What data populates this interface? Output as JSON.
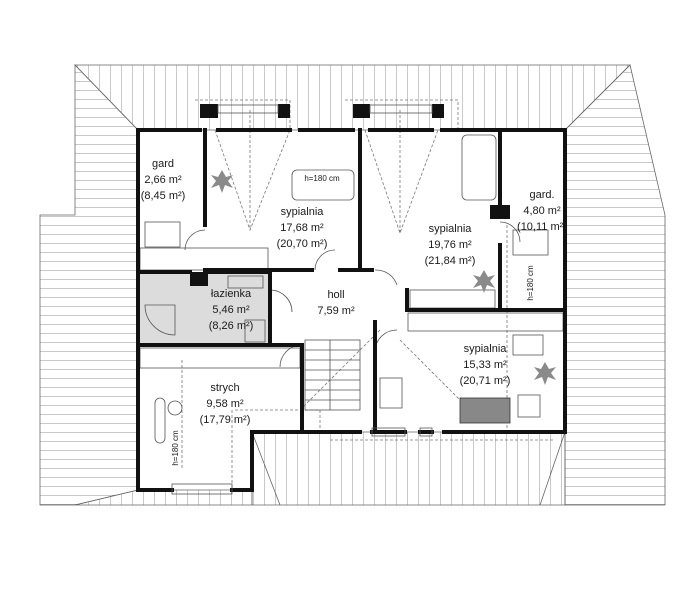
{
  "rooms": [
    {
      "name": "gard",
      "area": "2,66 m²",
      "gross": "(8,45 m²)"
    },
    {
      "name": "sypialnia",
      "area": "17,68 m²",
      "gross": "(20,70 m²)"
    },
    {
      "name": "sypialnia",
      "area": "19,76 m²",
      "gross": "(21,84 m²)"
    },
    {
      "name": "gard.",
      "area": "4,80 m²",
      "gross": "(10,11 m²)"
    },
    {
      "name": "łazienka",
      "area": "5,46 m²",
      "gross": "(8,26 m²)"
    },
    {
      "name": "holl",
      "area": "7,59 m²",
      "gross": ""
    },
    {
      "name": "sypialnia",
      "area": "15,33 m²",
      "gross": "(20,71 m²)"
    },
    {
      "name": "strych",
      "area": "9,58 m²",
      "gross": "(17,79 m²)"
    }
  ],
  "height_notes": [
    "h=180 cm",
    "h=180 cm",
    "h=180 cm"
  ],
  "colors": {
    "wall": "#111111",
    "bathroom_floor": "#dcdcdc",
    "roof_hatch": "#666666",
    "plant": "#8a8a8a"
  }
}
